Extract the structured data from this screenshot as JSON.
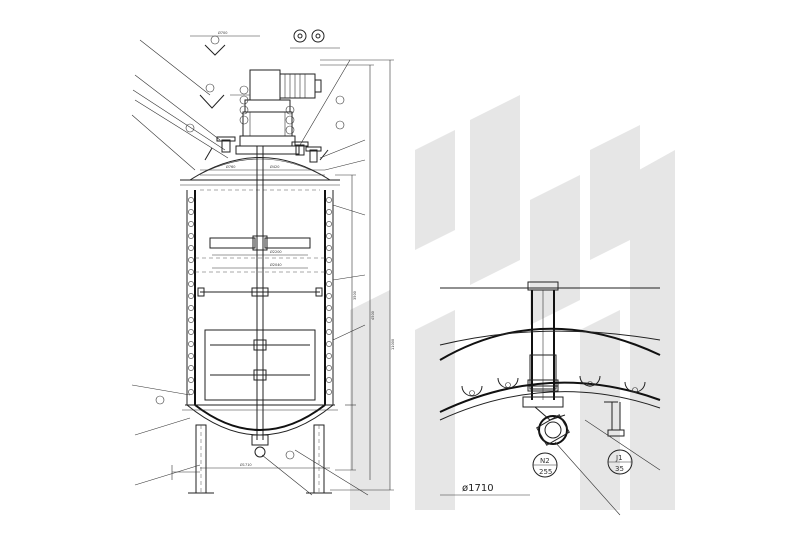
{
  "figure": {
    "left_view": {
      "dimension_labels": [
        "Ø700",
        "Ø2200",
        "Ø2040",
        "Ø1710",
        "3500",
        "4500",
        "11000",
        "Ø760",
        "Ø420"
      ]
    },
    "detail_view": {
      "diameter_label": "ø1710",
      "callouts": [
        {
          "top": "N2",
          "bottom": "255"
        },
        {
          "top": "J1",
          "bottom": "35"
        }
      ]
    }
  }
}
